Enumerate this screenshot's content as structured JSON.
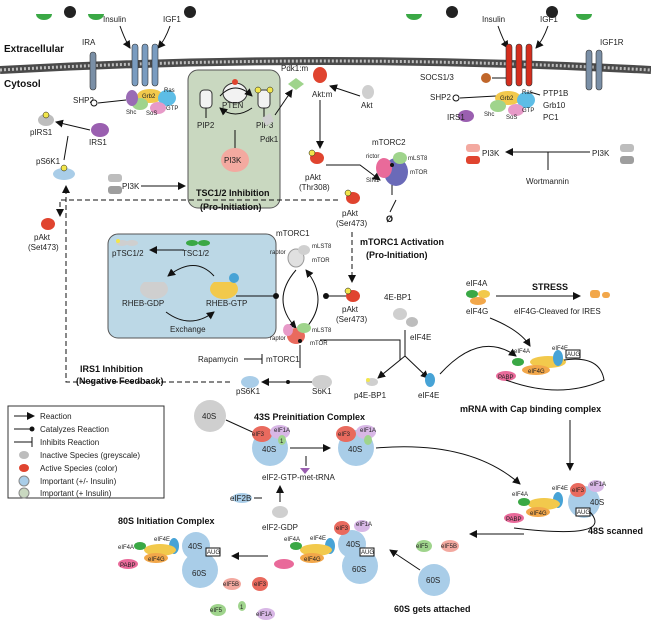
{
  "compartments": {
    "extracellular": "Extracellular",
    "cytosol": "Cytosol"
  },
  "ligands": {
    "insulin_left": "Insulin",
    "igf1_left": "IGF1",
    "insulin_right": "Insulin",
    "igf1_right": "IGF1"
  },
  "receptors": {
    "ira": "IRA",
    "igf1r": "IGF1R"
  },
  "left_pathway": {
    "shp2": "SHP2",
    "grb2": "Grb2",
    "ras": "Ras",
    "shc": "Shc",
    "sos": "SoS",
    "gtp": "GTP",
    "irs1": "IRS1",
    "pirs1": "pIRS1",
    "ps6k1": "pS6K1",
    "pi3k_a": "PI3K",
    "pi3k_b": "PI3K",
    "pip2": "PIP2",
    "pten": "PTEN",
    "pip3": "PIP3",
    "pdk1m": "Pdk1:m",
    "aktm": "Akt:m",
    "akt": "Akt",
    "pdk1": "Pdk1"
  },
  "right_pathway": {
    "socs": "SOCS1/3",
    "ptp1b": "PTP1B",
    "grb10": "Grb10",
    "pc1": "PC1",
    "shp2": "SHP2",
    "irs1": "IRS1",
    "grb2": "Grb2",
    "ras": "Ras",
    "gtp": "GTP",
    "shc": "Shc",
    "sos": "SoS",
    "pi3k_active": "PI3K",
    "pi3k_inactive": "PI3K",
    "wortmannin": "Wortmannin"
  },
  "akt_mtor": {
    "pakt_thr308_line1": "pAkt",
    "pakt_thr308_line2": "(Thr308)",
    "mtorc2": "mTORC2",
    "rictor": "rictor",
    "mlst8": "mLST8",
    "sin1": "SIN1",
    "mtor": "mTOR",
    "pakt_ser473_a_line1": "pAkt",
    "pakt_ser473_a_line2": "(Set473)",
    "pakt_ser473_b_line1": "pAkt",
    "pakt_ser473_b_line2": "(Ser473)",
    "pakt_ser473_c_line1": "pAkt",
    "pakt_ser473_c_line2": "(Ser473)",
    "tsc_inhibition_line1": "TSC1/2 Inhibition",
    "tsc_inhibition_line2": "(Pro-Initiation)",
    "mtorc1_activation_line1": "mTORC1 Activation",
    "mtorc1_activation_line2": "(Pro-Initiation)",
    "null_symbol": "Ø"
  },
  "tsc_box": {
    "ptsc": "pTSC1/2",
    "tsc": "TSC1/2",
    "rheb_gdp": "RHEB-GDP",
    "rheb_gtp": "RHEB-GTP",
    "exchange": "Exchange"
  },
  "mtorc1": {
    "title": "mTORC1",
    "raptor": "raptor",
    "mlst8": "mLST8",
    "mtor": "mTOR",
    "raptor2": "raptor",
    "mlst82": "mLST8",
    "mtor2": "mTOR",
    "rapamycin": "Rapamycin",
    "mtorc1_label": "mTORC1",
    "ps6k1": "pS6K1",
    "s6k1": "S6K1",
    "irs1_inhibition_line1": "IRS1 Inhibition",
    "irs1_inhibition_line2": "(Negative Feedback)"
  },
  "eif": {
    "fourebp1": "4E-BP1",
    "eif4e": "eIF4E",
    "p4ebp1": "p4E-BP1",
    "eif4e_free": "eIF4E",
    "eif4a": "eIF4A",
    "eif4g": "eIF4G",
    "stress": "STRESS",
    "cleaved": "eIF4G-Cleaved for IRES",
    "mrna_cap": "mRNA with Cap binding complex",
    "cap_eif4a": "eIF4A",
    "cap_eif4e": "eIF4E",
    "cap_eif4g": "eIF4G",
    "cap_pabp": "PABP",
    "aug": "AUG"
  },
  "preinit": {
    "title": "43S Preinitiation Complex",
    "s40_free": "40S",
    "eif3": "eIF3",
    "eif1a": "eIF1A",
    "one": "1",
    "s40a": "40S",
    "eif3b": "eIF3",
    "eif1ab": "eIF1A",
    "s40b": "40S",
    "ternary": "eIF2-GTP-met-tRNA",
    "eif2b": "eIF2B",
    "eif2gdp": "eIF2-GDP"
  },
  "scanned": {
    "label": "48S scanned",
    "eif3": "eIF3",
    "eif1a": "eIF1A",
    "s40": "40S",
    "eif4a": "eIF4A",
    "eif4e": "eIF4E",
    "eif4g": "eIF4G",
    "pabp": "PABP",
    "aug": "AUG"
  },
  "s60_attached": {
    "label": "60S gets attached",
    "eif5": "eIF5",
    "eif5b": "eIF5B",
    "s60": "60S",
    "eif4e": "eIF4E",
    "eif4a": "eIF4A",
    "eif4g": "eIF4G",
    "eif3": "eIF3",
    "eif1a": "eIF1A",
    "s40": "40S",
    "s60b": "60S",
    "aug": "AUG"
  },
  "s80": {
    "title": "80S Initiation Complex",
    "eif4e": "eIF4E",
    "eif4a": "eIF4A",
    "eif4g": "eIF4G",
    "s40": "40S",
    "s60": "60S",
    "aug": "AUG",
    "pabp": "PABP",
    "eif5b": "eIF5B",
    "eif3": "eIF3",
    "eif5": "eIF5",
    "one": "1",
    "eif1a": "eIF1A"
  },
  "legend": {
    "reaction": "Reaction",
    "catalyzes": "Catalyzes Reaction",
    "inhibits": "Inhibits Reaction",
    "inactive": "Inactive Species (greyscale)",
    "active": "Active Species (color)",
    "important_pm": "Important (+/- Insulin)",
    "important_p": "Important (+ Insulin)"
  },
  "colors": {
    "membrane": "#555555",
    "pten_box": "#c9d8c0",
    "tsc_box": "#bcd8e6",
    "ligand_green": "#3aa845",
    "ribosome_blue": "#a9cde8",
    "eif3_red": "#e96a5e",
    "eif1a_purple": "#d8b7e6",
    "eif4g_orange": "#f2a74a",
    "eif4e_blue": "#47a3d6",
    "active_red": "#e0442f",
    "receptor_red": "#d42e1e"
  }
}
